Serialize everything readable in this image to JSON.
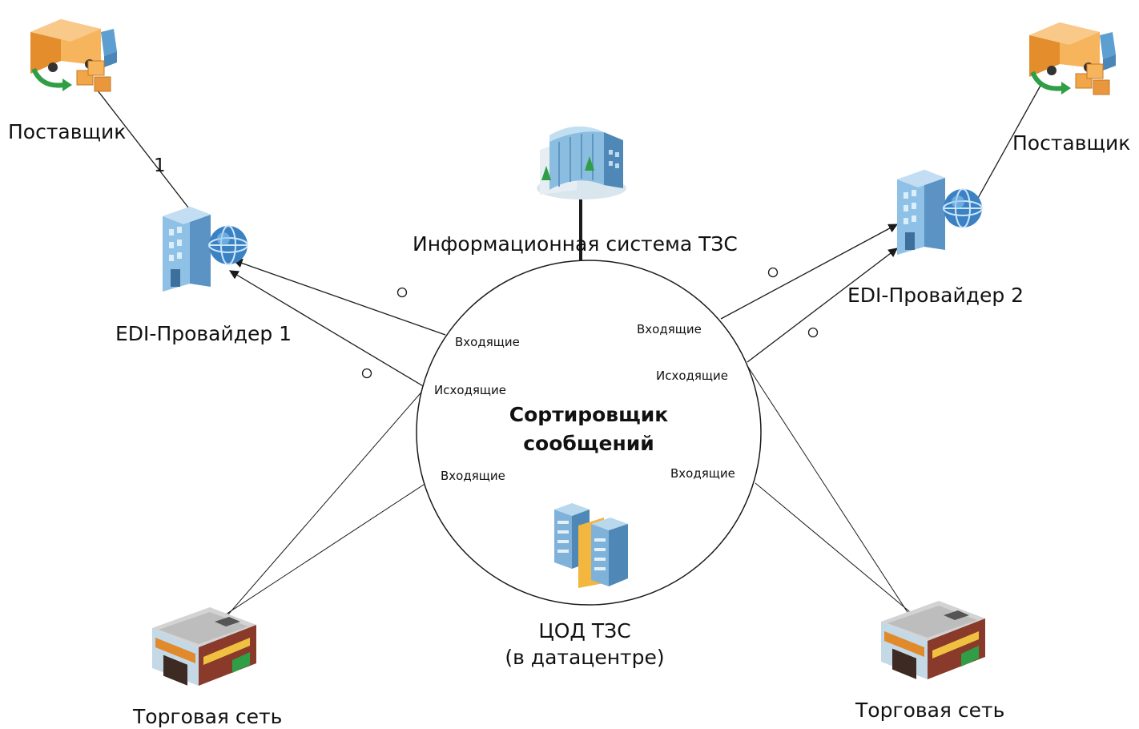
{
  "colors": {
    "line": "#1a1a1a",
    "truck_body": "#f2a64a",
    "truck_cab": "#5d9fd1",
    "building_blue": "#6aa3cf",
    "globe": "#3a82c4",
    "store_wall": "#8a3a2a",
    "store_roof": "#c9c9c9",
    "awning_green": "#2f9e45"
  },
  "icons": {
    "supplier_left": "truck-icon",
    "supplier_right": "truck-icon",
    "edi_left": "office-globe-icon",
    "edi_right": "office-globe-icon",
    "info_system": "office-building-icon",
    "datacenter": "datacenter-icon",
    "store_left": "store-icon",
    "store_right": "store-icon"
  },
  "nodes": {
    "supplier_left": "Поставщик",
    "supplier_right": "Поставщик",
    "edi1": "EDI-Провайдер 1",
    "edi2": "EDI-Провайдер 2",
    "info_system": "Информационная система ТЗС",
    "sorter_line1": "Сортировщик",
    "sorter_line2": "сообщений",
    "dc_line1": "ЦОД ТЗС",
    "dc_line2": "(в датацентре)",
    "store_left": "Торговая сеть",
    "store_right": "Торговая сеть"
  },
  "ports": {
    "left_top_in": "Входящие",
    "left_out": "Исходящие",
    "left_bottom_in": "Входящие",
    "right_top_in": "Входящие",
    "right_out": "Исходящие",
    "right_bottom_in": "Входящие"
  },
  "edge_labels": {
    "supplier_edi1": "1"
  }
}
